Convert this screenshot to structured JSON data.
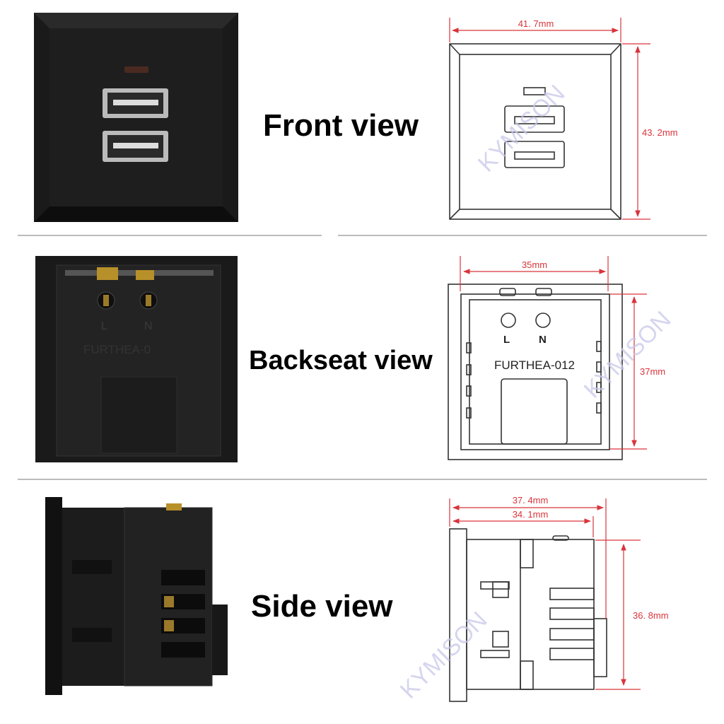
{
  "views": {
    "front": {
      "label": "Front view",
      "width": "41. 7mm",
      "height": "43. 2mm"
    },
    "back": {
      "label": "Backseat view",
      "width": "35mm",
      "height": "37mm",
      "terminal_l": "L",
      "terminal_n": "N",
      "model": "FURTHEA-012",
      "photo_model": "FURTHEA-0"
    },
    "side": {
      "label": "Side view",
      "total_depth": "37. 4mm",
      "body_depth": "34. 1mm",
      "height": "36. 8mm"
    }
  },
  "watermark": "KYMISON",
  "colors": {
    "dimension": "#d9343b",
    "product": "#1b1b1b",
    "watermark": "#c8c8ea"
  }
}
